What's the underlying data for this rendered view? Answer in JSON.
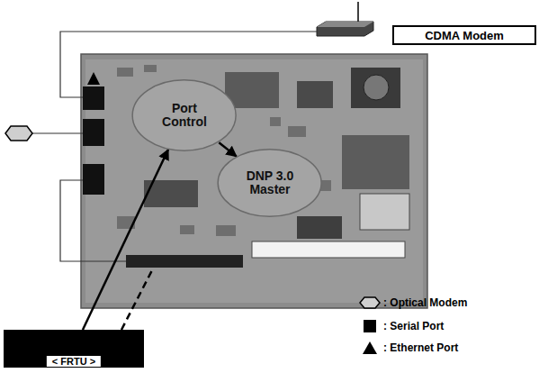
{
  "diagram": {
    "nodes": [
      {
        "text": [
          "CDMA Modem"
        ]
      },
      {
        "text": [
          "Port Control"
        ]
      },
      {
        "text": [
          "DNP 3.0 Master"
        ]
      },
      {
        "text": [
          "< FRTU >"
        ]
      }
    ],
    "edges": [
      {
        "from": 3,
        "to": 1,
        "arrow": "to"
      },
      {
        "from": 1,
        "to": 2,
        "arrow": "to"
      }
    ],
    "legend": [
      {
        "text": ": Optical Modem"
      },
      {
        "text": ": Serial Port"
      },
      {
        "text": ": Ethernet Port"
      }
    ]
  }
}
